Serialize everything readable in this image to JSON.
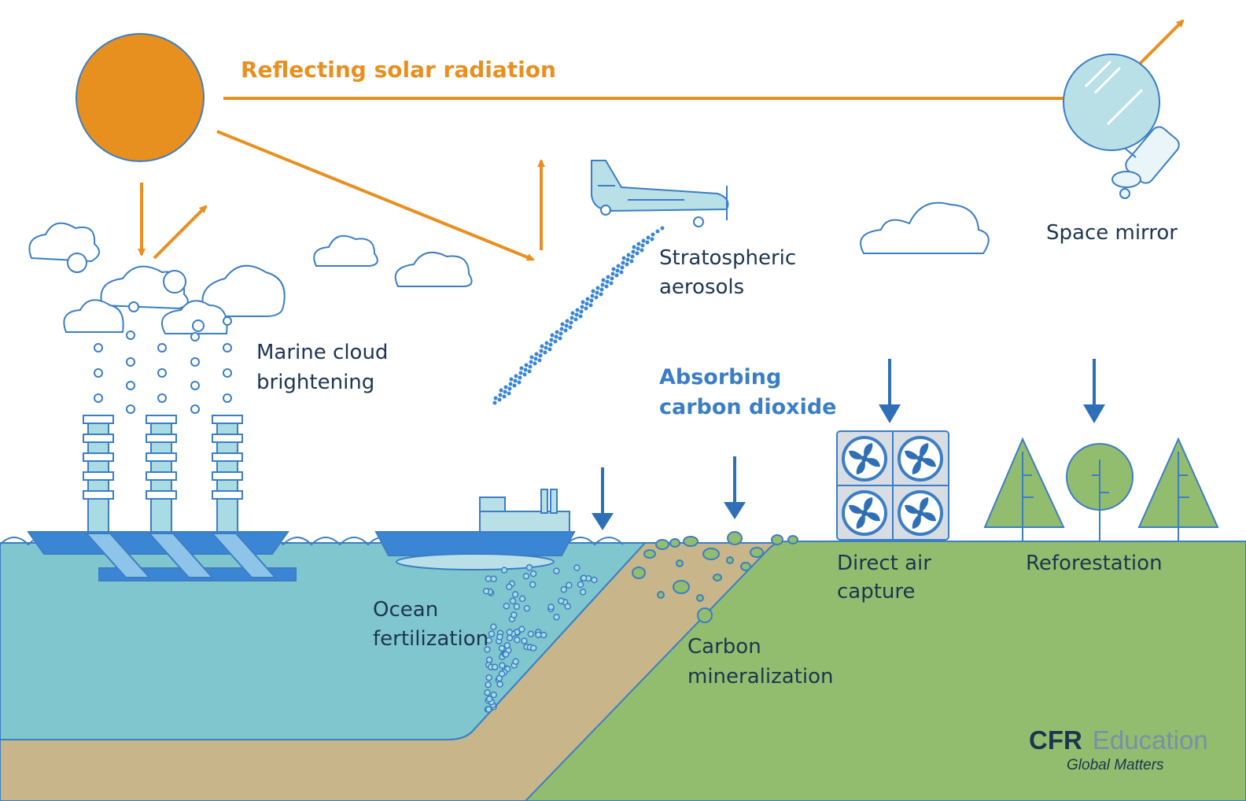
{
  "headings": {
    "reflecting": "Reflecting solar radiation",
    "absorbing_line1": "Absorbing",
    "absorbing_line2": "carbon dioxide"
  },
  "labels": {
    "space_mirror": "Space mirror",
    "stratospheric_line1": "Stratospheric",
    "stratospheric_line2": "aerosols",
    "marine_line1": "Marine cloud",
    "marine_line2": "brightening",
    "ocean_line1": "Ocean",
    "ocean_line2": "fertilization",
    "carbon_line1": "Carbon",
    "carbon_line2": "mineralization",
    "dac_line1": "Direct air",
    "dac_line2": "capture",
    "reforestation": "Reforestation"
  },
  "brand": {
    "name_bold": "CFR",
    "name_light": "Education",
    "tagline": "Global Matters"
  },
  "colors": {
    "sun": "#e8901f",
    "arrow_orange": "#e8901f",
    "arrow_blue": "#2f6fb6",
    "ocean": "#7fc6cf",
    "land": "#93bd6e",
    "sediment": "#c8b68a",
    "outline": "#3b7ec4"
  }
}
